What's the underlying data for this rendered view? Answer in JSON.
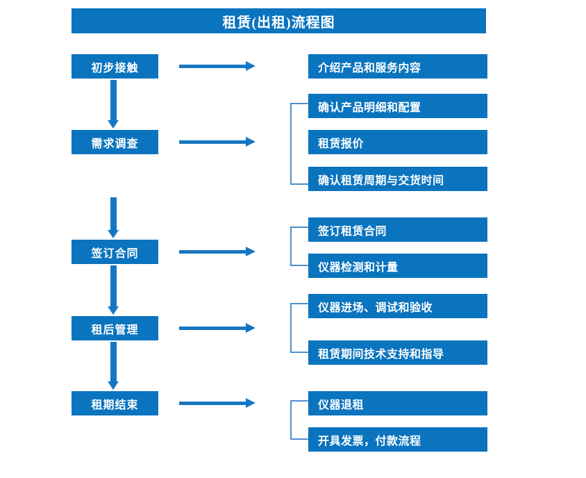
{
  "header": {
    "title": "租赁(出租)流程图"
  },
  "colors": {
    "box_blue": "#0A74BF",
    "arrow_blue": "#1577C4",
    "bracket_blue": "#4A8FCB",
    "text_white": "#FFFFFF",
    "background": "#FFFFFF"
  },
  "stages": [
    {
      "label": "初步接触"
    },
    {
      "label": "需求调查"
    },
    {
      "label": "签订合同"
    },
    {
      "label": "租后管理"
    },
    {
      "label": "租期结束"
    }
  ],
  "details": [
    {
      "label": "介绍产品和服务内容"
    },
    {
      "label": "确认产品明细和配置"
    },
    {
      "label": "租赁报价"
    },
    {
      "label": "确认租赁周期与交货时间"
    },
    {
      "label": "签订租赁合同"
    },
    {
      "label": "仪器检测和计量"
    },
    {
      "label": "仪器进场、调试和验收"
    },
    {
      "label": "租赁期间技术支持和指导"
    },
    {
      "label": "仪器退租"
    },
    {
      "label": "开具发票，付款流程"
    }
  ],
  "chart_data": {
    "type": "diagram",
    "title": "租赁(出租)流程图",
    "orientation": "vertical-with-side-branches",
    "nodes": [
      {
        "stage": "初步接触",
        "details": [
          "介绍产品和服务内容"
        ],
        "bracketed": false
      },
      {
        "stage": "需求调查",
        "details": [
          "确认产品明细和配置",
          "租赁报价",
          "确认租赁周期与交货时间"
        ],
        "bracketed": true
      },
      {
        "stage": "签订合同",
        "details": [
          "签订租赁合同",
          "仪器检测和计量"
        ],
        "bracketed": true
      },
      {
        "stage": "租后管理",
        "details": [
          "仪器进场、调试和验收",
          "租赁期间技术支持和指导"
        ],
        "bracketed": true
      },
      {
        "stage": "租期结束",
        "details": [
          "仪器退租",
          "开具发票，付款流程"
        ],
        "bracketed": true
      }
    ],
    "flow_sequence": [
      "初步接触",
      "需求调查",
      "签订合同",
      "租后管理",
      "租期结束"
    ]
  }
}
